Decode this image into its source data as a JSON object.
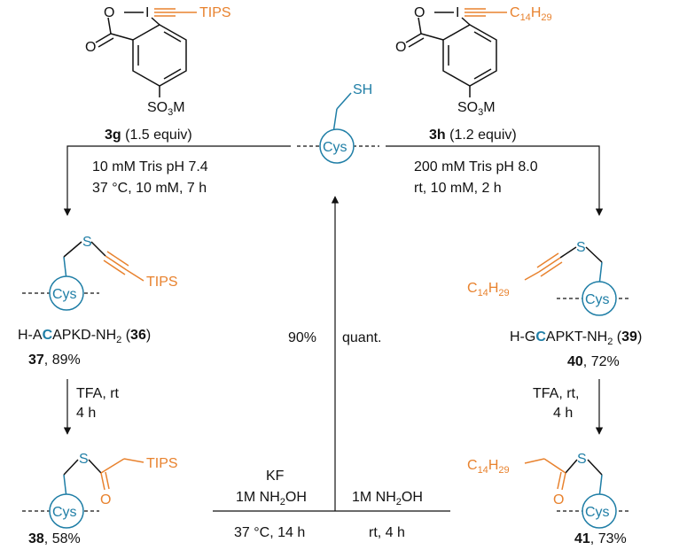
{
  "reagents": {
    "r3g": {
      "ring_o": "O",
      "iodine": "I",
      "group": "TIPS",
      "sulfonate": "SO",
      "sulfonate_sub": "3",
      "sulfonate_m": "M",
      "label": "3g",
      "amount": " (1.5 equiv)"
    },
    "r3h": {
      "ring_o": "O",
      "iodine": "I",
      "group": "C",
      "group_sub": "14",
      "group_h": "H",
      "group_sub2": "29",
      "sulfonate": "SO",
      "sulfonate_sub": "3",
      "sulfonate_m": "M",
      "label": "3h",
      "amount": " (1.2 equiv)"
    }
  },
  "center": {
    "sh": "SH",
    "cys": "Cys"
  },
  "conditions": {
    "left_line1": "10 mM Tris pH 7.4",
    "left_line2": "37 °C, 10 mM, 7 h",
    "right_line1": "200 mM Tris pH 8.0",
    "right_line2": "rt, 10 mM, 2 h",
    "left_tfa_1": "TFA, rt",
    "left_tfa_2": "4 h",
    "right_tfa_1": "TFA, rt,",
    "right_tfa_2": "4 h",
    "up_yield_left": "90%",
    "up_yield_right": "quant.",
    "bottom_kf": "KF",
    "bottom_left_nh2oh": "1M NH",
    "bottom_left_nh2oh_sub": "2",
    "bottom_left_nh2oh_end": "OH",
    "bottom_right_nh2oh": "1M NH",
    "bottom_right_nh2oh_sub": "2",
    "bottom_right_nh2oh_end": "OH",
    "bottom_left_cond": "37 °C, 14 h",
    "bottom_right_cond": "rt, 4 h"
  },
  "compounds": {
    "c37": {
      "s": "S",
      "group": "TIPS",
      "cys": "Cys",
      "peptide_pre": "H-A",
      "peptide_c": "C",
      "peptide_post": "APKD-NH",
      "peptide_sub": "2",
      "peptide_ref_open": " (",
      "peptide_ref": "36",
      "peptide_ref_close": ")",
      "label": "37",
      "yield": ", 89%"
    },
    "c40": {
      "s": "S",
      "chain": "C",
      "chain_sub": "14",
      "chain_h": "H",
      "chain_sub2": "29",
      "cys": "Cys",
      "peptide_pre": "H-G",
      "peptide_c": "C",
      "peptide_post": "APKT-NH",
      "peptide_sub": "2",
      "peptide_ref_open": " (",
      "peptide_ref": "39",
      "peptide_ref_close": ")",
      "label": "40",
      "yield": ", 72%"
    },
    "c38": {
      "s": "S",
      "o": "O",
      "group": "TIPS",
      "cys": "Cys",
      "label": "38",
      "yield": ", 58%"
    },
    "c41": {
      "s": "S",
      "o": "O",
      "chain": "C",
      "chain_sub": "14",
      "chain_h": "H",
      "chain_sub2": "29",
      "cys": "Cys",
      "label": "41",
      "yield": ", 73%"
    }
  },
  "colors": {
    "accent_orange": "#e8822e",
    "accent_teal": "#1f7ea6",
    "text": "#111111"
  }
}
